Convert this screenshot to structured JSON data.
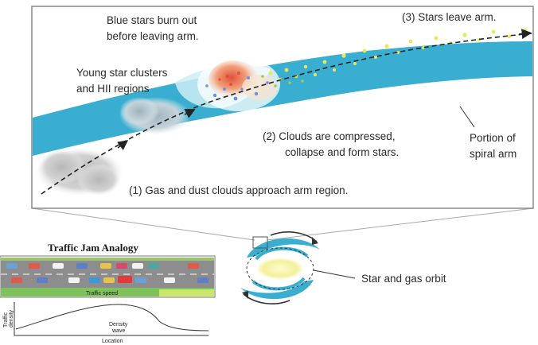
{
  "labels": {
    "blue_stars": [
      "Blue stars burn out",
      "before leaving arm."
    ],
    "stars_leave": "(3)  Stars leave arm.",
    "young_clusters": [
      "Young star clusters",
      "and HII regions"
    ],
    "clouds_compressed": [
      "(2)  Clouds are compressed,",
      "collapse and form stars."
    ],
    "portion_arm": [
      "Portion of",
      "spiral arm"
    ],
    "gas_dust": "(1)  Gas and dust clouds approach arm region.",
    "star_gas_orbit": "Star and gas orbit"
  },
  "analogy": {
    "title": "Traffic Jam Analogy",
    "traffic_speed": "Traffic speed",
    "y_axis": [
      "Traffic",
      "density"
    ],
    "density_wave": [
      "Density",
      "wave"
    ],
    "x_axis": "Location"
  },
  "colors": {
    "arm": "#3aaed0",
    "arm_light": "#cdeef7",
    "frame": "#8a8a8a",
    "star_yellow": "#e8e85a",
    "star_red": "#e2533a",
    "star_blue": "#6f8fe0"
  }
}
